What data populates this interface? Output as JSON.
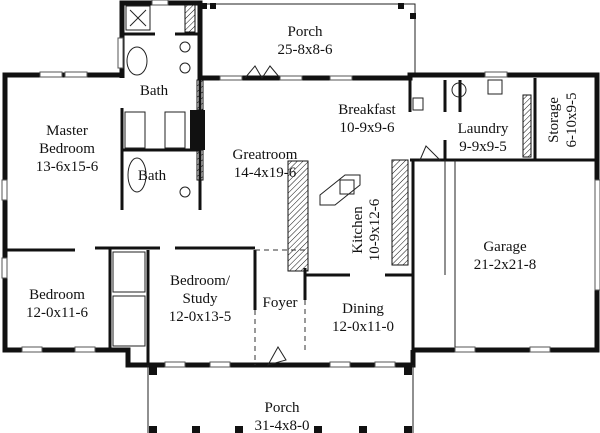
{
  "rooms": {
    "porch_rear": {
      "name": "Porch",
      "size": "25-8x8-6"
    },
    "bath_upper": {
      "name": "Bath"
    },
    "bath_lower": {
      "name": "Bath"
    },
    "master": {
      "name1": "Master",
      "name2": "Bedroom",
      "size": "13-6x15-6"
    },
    "greatroom": {
      "name": "Greatroom",
      "size": "14-4x19-6"
    },
    "breakfast": {
      "name": "Breakfast",
      "size": "10-9x9-6"
    },
    "laundry": {
      "name": "Laundry",
      "size": "9-9x9-5"
    },
    "storage": {
      "name": "Storage",
      "size": "6-10x9-5"
    },
    "kitchen": {
      "name": "Kitchen",
      "size": "10-9x12-6"
    },
    "garage": {
      "name": "Garage",
      "size": "21-2x21-8"
    },
    "bedroom": {
      "name": "Bedroom",
      "size": "12-0x11-6"
    },
    "study": {
      "name1": "Bedroom/",
      "name2": "Study",
      "size": "12-0x13-5"
    },
    "foyer": {
      "name": "Foyer"
    },
    "dining": {
      "name": "Dining",
      "size": "12-0x11-0"
    },
    "porch_front": {
      "name": "Porch",
      "size": "31-4x8-0"
    }
  }
}
